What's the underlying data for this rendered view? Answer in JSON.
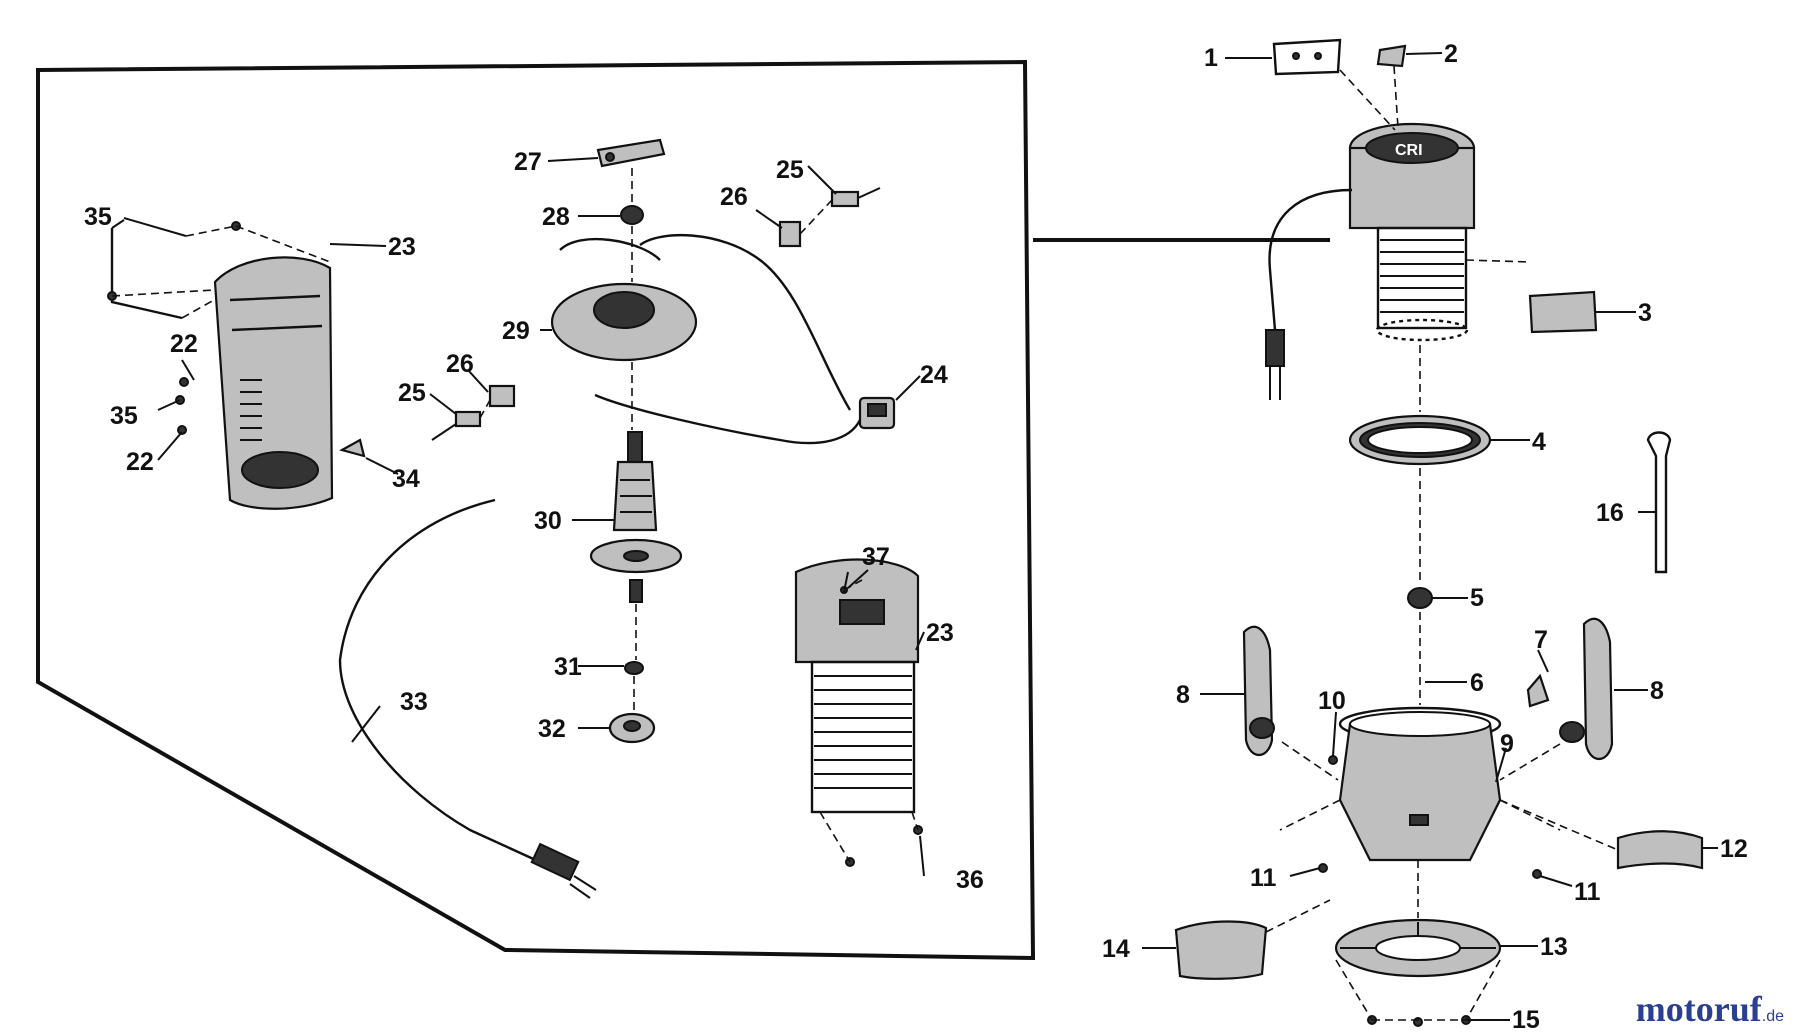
{
  "callouts": {
    "n1": "1",
    "n2": "2",
    "n3": "3",
    "n4": "4",
    "n5": "5",
    "n6": "6",
    "n7": "7",
    "n8a": "8",
    "n8b": "8",
    "n9": "9",
    "n10": "10",
    "n11a": "11",
    "n11b": "11",
    "n12": "12",
    "n13": "13",
    "n14": "14",
    "n15": "15",
    "n16": "16",
    "n22a": "22",
    "n22b": "22",
    "n23a": "23",
    "n23b": "23",
    "n24": "24",
    "n25a": "25",
    "n25b": "25",
    "n26a": "26",
    "n26b": "26",
    "n27": "27",
    "n28": "28",
    "n29": "29",
    "n30": "30",
    "n31": "31",
    "n32": "32",
    "n33": "33",
    "n34": "34",
    "n35a": "35",
    "n35b": "35",
    "n36": "36",
    "n37": "37"
  },
  "watermark": {
    "brand": "motoruf",
    "tld": ".de"
  },
  "colors": {
    "line": "#111111",
    "watermark": "#2a3f8f"
  }
}
